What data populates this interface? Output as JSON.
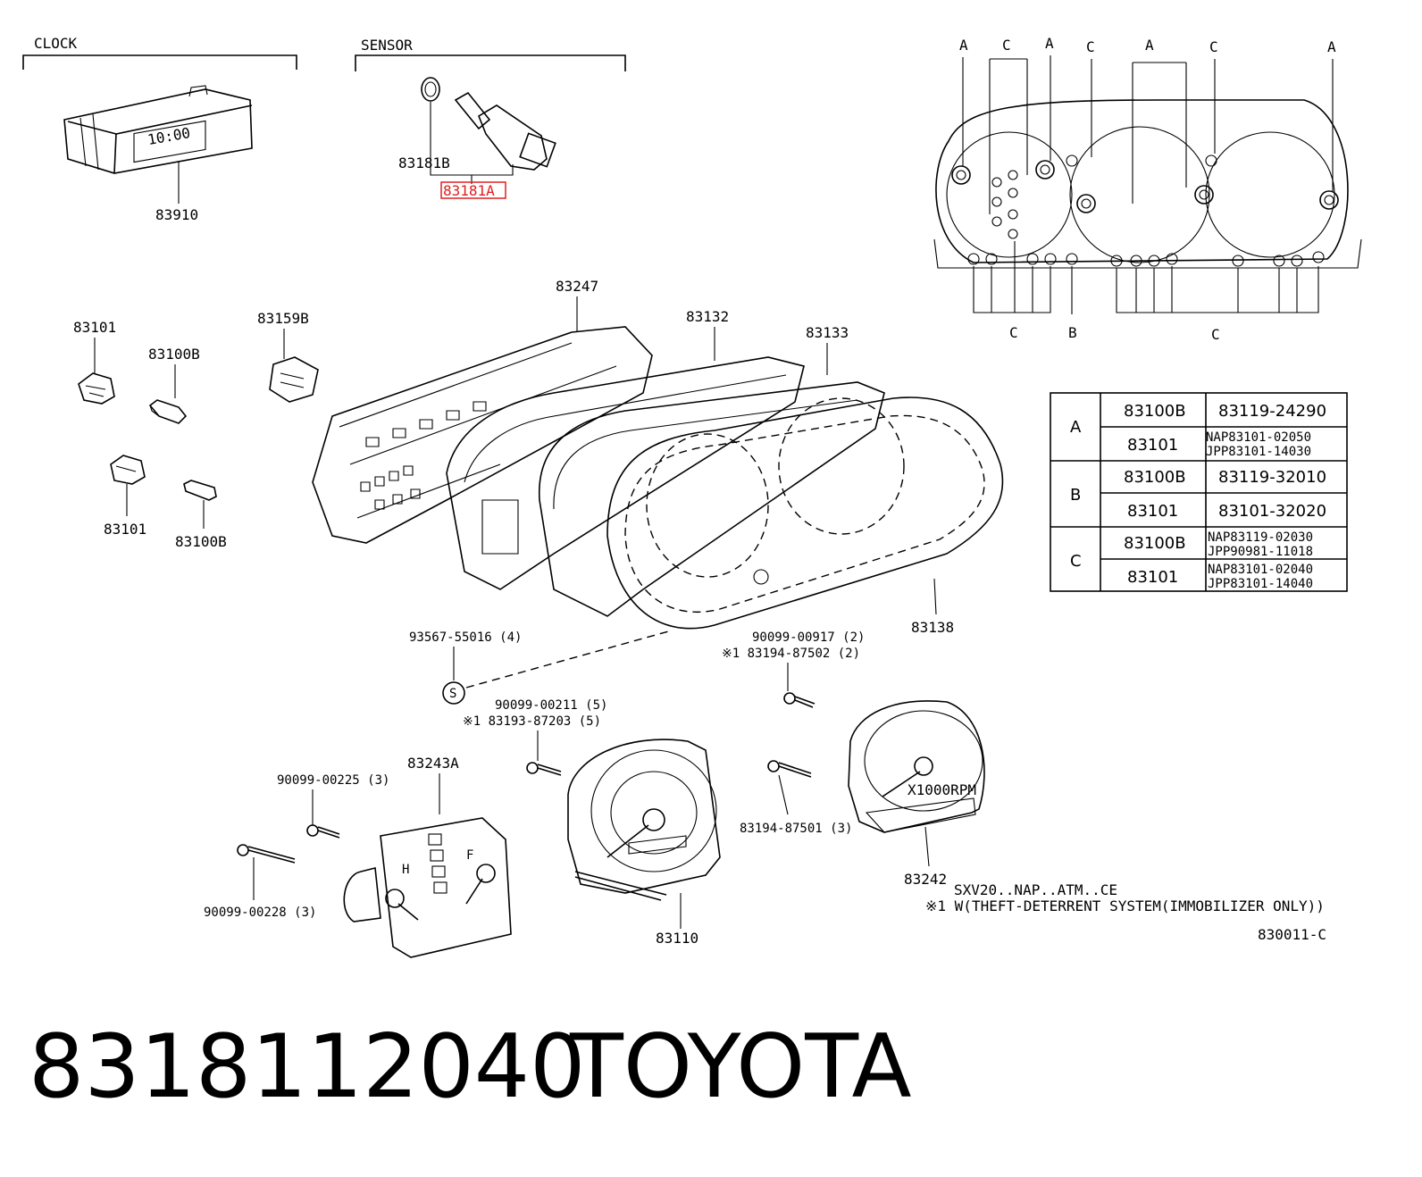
{
  "sections": {
    "clock": "CLOCK",
    "sensor": "SENSOR"
  },
  "labels": {
    "p83910": "83910",
    "p83181B": "83181B",
    "p83181A": "83181A",
    "p83247": "83247",
    "p83132": "83132",
    "p83133": "83133",
    "p83101_top": "83101",
    "p83100B_top": "83100B",
    "p83159B": "83159B",
    "p83101_bot": "83101",
    "p83100B_bot": "83100B",
    "p83138": "83138",
    "p93567": "93567-55016 (4)",
    "s_circle": "S",
    "p90099_917": "90099-00917 (2)",
    "p83194_502": "※1 83194-87502 (2)",
    "p90099_211": "90099-00211 (5)",
    "p83193_203": "※1 83193-87203 (5)",
    "p83243A": "83243A",
    "p90099_225": "90099-00225 (3)",
    "p90099_228": "90099-00228 (3)",
    "p83110": "83110",
    "p83194_501": "83194-87501 (3)",
    "p83242": "83242",
    "tach_text": "X1000RPM",
    "clock_display": "10:00"
  },
  "cluster_labels": {
    "a1": "A",
    "c1": "C",
    "a2": "A",
    "c2": "C",
    "a3": "A",
    "c3": "C",
    "a4": "A",
    "c_bot1": "C",
    "b_bot": "B",
    "c_bot2": "C"
  },
  "table": {
    "rows": [
      {
        "group": "A",
        "part": "83100B",
        "numbers": [
          "83119-24290"
        ]
      },
      {
        "group": "A",
        "part": "83101",
        "numbers": [
          "NAP83101-02050",
          "JPP83101-14030"
        ]
      },
      {
        "group": "B",
        "part": "83100B",
        "numbers": [
          "83119-32010"
        ]
      },
      {
        "group": "B",
        "part": "83101",
        "numbers": [
          "83101-32020"
        ]
      },
      {
        "group": "C",
        "part": "83100B",
        "numbers": [
          "NAP83119-02030",
          "JPP90981-11018"
        ]
      },
      {
        "group": "C",
        "part": "83101",
        "numbers": [
          "NAP83101-02040",
          "JPP83101-14040"
        ]
      }
    ],
    "groups": [
      "A",
      "B",
      "C"
    ]
  },
  "notes": {
    "line1": "SXV20..NAP..ATM..CE",
    "line2": "※1 W(THEFT-DETERRENT SYSTEM(IMMOBILIZER ONLY))",
    "code": "830011-C"
  },
  "footer": {
    "part_number": "8318112040",
    "brand": "TOYOTA"
  },
  "colors": {
    "highlight": "#e02020",
    "ink": "#000000",
    "background": "#ffffff"
  }
}
